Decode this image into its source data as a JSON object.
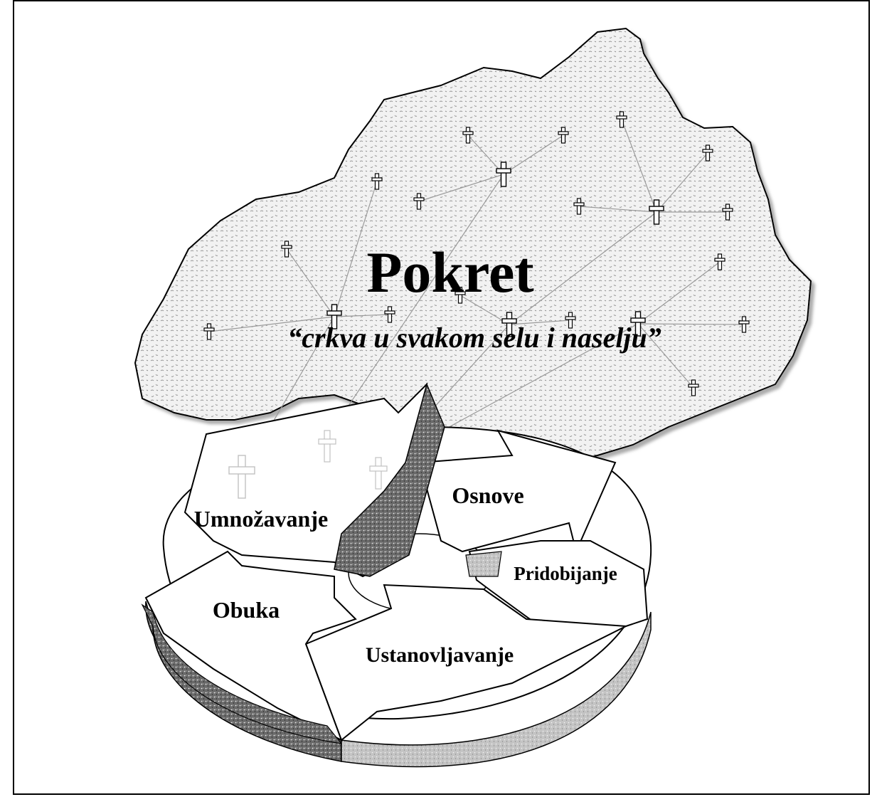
{
  "title": "Pokret",
  "subtitle": "“crkva u svakom selu i naselju”",
  "stages": {
    "osnove": "Osnove",
    "pridobijanje": "Pridobijanje",
    "ustanovljavanje": "Ustanovljavanje",
    "obuka": "Obuka",
    "umnozavanje": "Umnožavanje"
  },
  "colors": {
    "region_fill": "#ededed",
    "outline": "#000000",
    "connector": "#9a9a9a",
    "dark_speckle": "#4a4a4a",
    "light_speckle": "#bdbdbd"
  },
  "icons": [
    "cross-icon",
    "arrow-icon"
  ]
}
